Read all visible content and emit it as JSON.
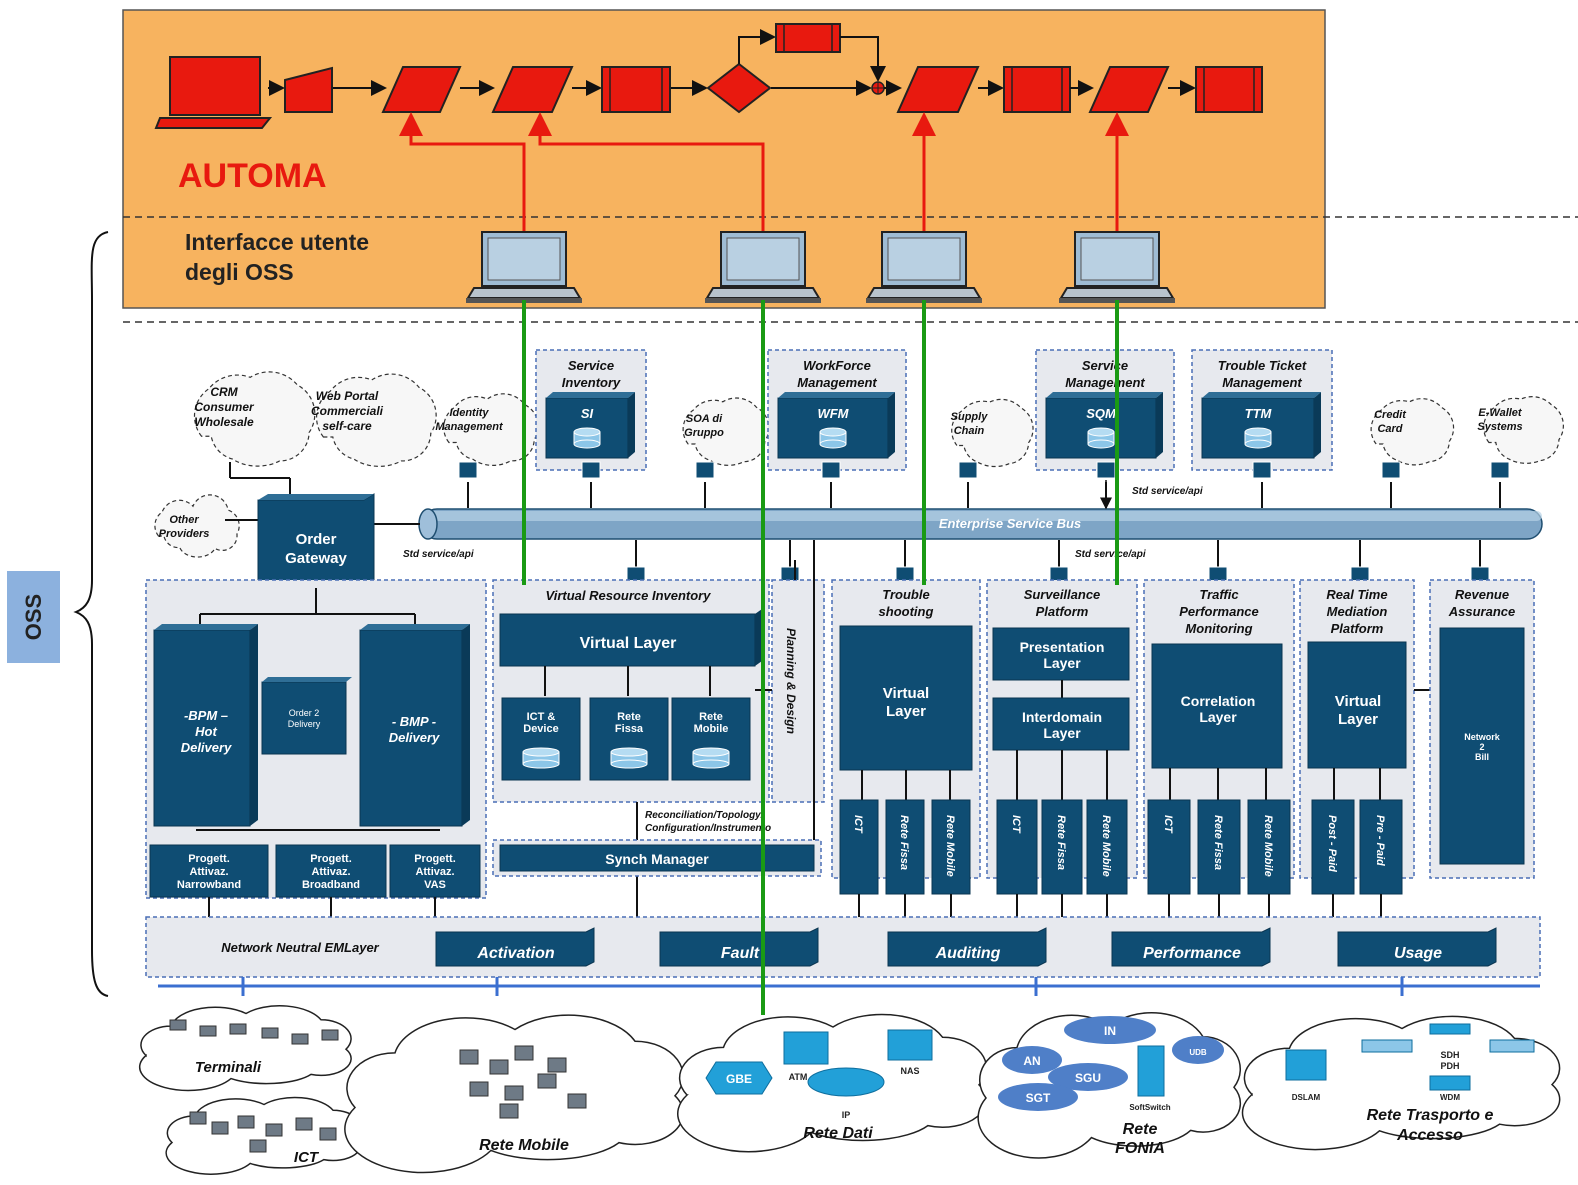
{
  "automa": {
    "title": "AUTOMA",
    "ui_label_1": "Interfacce utente",
    "ui_label_2": "degli OSS"
  },
  "side_label": "OSS",
  "clouds": {
    "crm": [
      "CRM",
      "Consumer",
      "Wholesale"
    ],
    "web": [
      "Web Portal",
      "Commerciali",
      "self-care"
    ],
    "identity": [
      "Identity",
      "Management"
    ],
    "soa": [
      "SOA di",
      "Gruppo"
    ],
    "supply": [
      "Supply",
      "Chain"
    ],
    "credit": [
      "Credit",
      "Card"
    ],
    "ewallet": [
      "E-Wallet",
      "Systems"
    ],
    "other": [
      "Other",
      "Providers"
    ]
  },
  "top_systems": {
    "service_inventory": {
      "title": [
        "Service",
        "Inventory"
      ],
      "box": "SI"
    },
    "wfm": {
      "title": [
        "WorkForce",
        "Management"
      ],
      "box": "WFM"
    },
    "sqm": {
      "title": [
        "Service",
        "Management"
      ],
      "box": "SQM"
    },
    "ttm": {
      "title": [
        "Trouble Ticket",
        "Management"
      ],
      "box": "TTM"
    }
  },
  "esb": {
    "label": "Enterprise Service Bus",
    "std1": "Std service/api",
    "std2": "Std service/api",
    "std3": "Std service/api"
  },
  "order_gateway": [
    "Order",
    "Gateway"
  ],
  "delivery": {
    "bpm": [
      "-BPM –",
      "Hot",
      "Delivery"
    ],
    "order2": [
      "Order 2",
      "Delivery"
    ],
    "bmp": [
      "- BMP -",
      "Delivery"
    ],
    "progett": [
      [
        "Progett.",
        "Attivaz.",
        "Narrowband"
      ],
      [
        "Progett.",
        "Attivaz.",
        "Broadband"
      ],
      [
        "Progett.",
        "Attivaz.",
        "VAS"
      ]
    ]
  },
  "vri": {
    "title": "Virtual Resource Inventory",
    "virtual_layer": "Virtual Layer",
    "sub": [
      [
        "ICT &",
        "Device"
      ],
      [
        "Rete",
        "Fissa"
      ],
      [
        "Rete",
        "Mobile"
      ]
    ],
    "planning": "Planning & Design",
    "recon": [
      "Reconciliation/Topology/",
      "Configuration/Instrumento"
    ],
    "synch": "Synch Manager"
  },
  "platforms": {
    "trouble": {
      "title": [
        "Trouble",
        "shooting"
      ],
      "layer": [
        "Virtual",
        "Layer"
      ],
      "cols": [
        "ICT",
        "Rete Fissa",
        "Rete Mobile"
      ]
    },
    "surveillance": {
      "title": [
        "Surveillance",
        "Platform"
      ],
      "layers": [
        [
          "Presentation",
          "Layer"
        ],
        [
          "Interdomain",
          "Layer"
        ]
      ],
      "cols": [
        "ICT",
        "Rete Fissa",
        "Rete Mobile"
      ]
    },
    "traffic": {
      "title": [
        "Traffic",
        "Performance",
        "Monitoring"
      ],
      "layer": [
        "Correlation",
        "Layer"
      ],
      "cols": [
        "ICT",
        "Rete Fissa",
        "Rete Mobile"
      ]
    },
    "realtime": {
      "title": [
        "Real Time",
        "Mediation",
        "Platform"
      ],
      "layer": [
        "Virtual",
        "Layer"
      ],
      "cols": [
        "Post - Paid",
        "Pre - Paid"
      ]
    },
    "revenue": {
      "title": [
        "Revenue",
        "Assurance"
      ],
      "box": [
        "Network",
        "2",
        "Bill"
      ]
    }
  },
  "eml": {
    "label": "Network Neutral EMLayer",
    "items": [
      "Activation",
      "Fault",
      "Auditing",
      "Performance",
      "Usage"
    ]
  },
  "networks": {
    "terminali": "Terminali",
    "ict": "ICT",
    "mobile": "Rete Mobile",
    "dati": "Rete Dati",
    "dati_items": [
      "GBE",
      "ATM",
      "NAS",
      "IP"
    ],
    "fonia": [
      "Rete",
      "FONIA"
    ],
    "fonia_items": [
      "IN",
      "AN",
      "SGU",
      "SGT",
      "UDB",
      "SoftSwitch"
    ],
    "trasporto": [
      "Rete Trasporto e",
      "Accesso"
    ],
    "trasporto_items": [
      "DSLAM",
      "SDH",
      "PDH",
      "WDM"
    ]
  }
}
